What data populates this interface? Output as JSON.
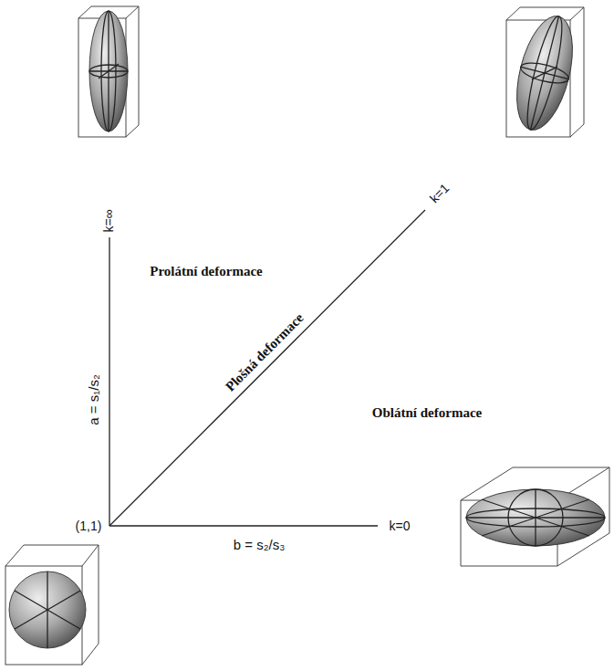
{
  "diagram": {
    "labels": [
      "k=∞",
      "k=1",
      "Prolátní deformace",
      "Plošná deformace",
      "Oblátní deformace",
      "a = s₁/s₂",
      "(1,1)",
      "b = s₂/s₃",
      "k=0"
    ]
  }
}
